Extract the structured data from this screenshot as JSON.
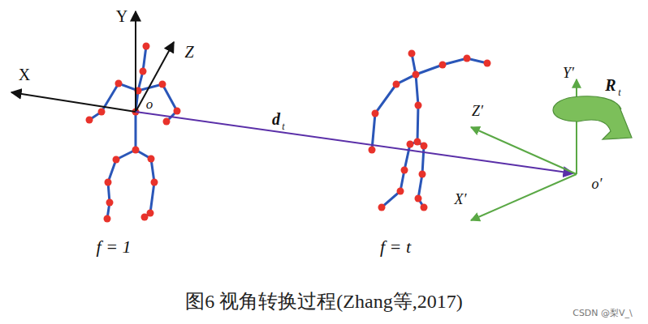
{
  "diagram": {
    "caption": "图6 视角转换过程(Zhang等,2017)",
    "labels": [
      "Y",
      "Z",
      "X",
      "o",
      "d",
      "t",
      "f = 1",
      "f = t",
      "Y′",
      "R",
      "t",
      "Z′",
      "X′",
      "o′",
      "CSDN @梨V_\\"
    ]
  }
}
